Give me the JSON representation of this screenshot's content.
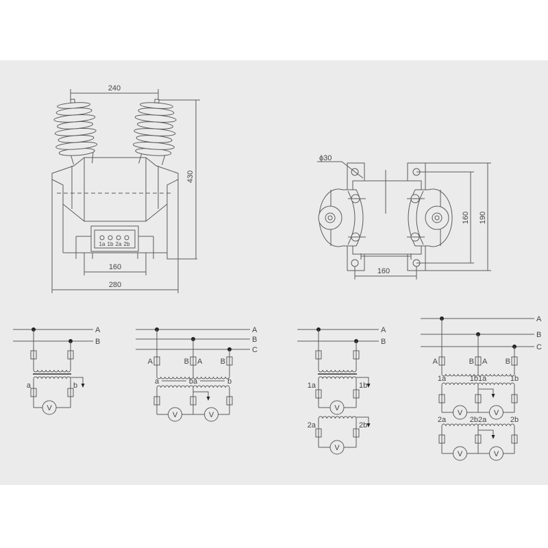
{
  "colors": {
    "background_band": "#ebebeb",
    "line": "#5a5a5a",
    "page": "#ffffff"
  },
  "front_view": {
    "dim_top": "240",
    "dim_height": "430",
    "dim_base_inner": "160",
    "dim_base_outer": "280",
    "terminals": [
      "1a",
      "1b",
      "2a",
      "2b"
    ]
  },
  "side_view": {
    "dim_hole": "ϕ30",
    "dim_mount_v": "160",
    "dim_plate_v": "190",
    "dim_mount_h": "160"
  },
  "voltmeter_label": "V",
  "circuits": [
    {
      "lines": [
        "A",
        "B"
      ],
      "secondary": [
        "a",
        "b"
      ]
    },
    {
      "lines": [
        "A",
        "B",
        "C"
      ],
      "primary": [
        "A",
        "B",
        "A",
        "B"
      ],
      "secondary": [
        "a",
        "ba",
        "b"
      ]
    },
    {
      "lines": [
        "A",
        "B"
      ],
      "secondary1": [
        "1a",
        "1b"
      ],
      "secondary2": [
        "2a",
        "2b"
      ]
    },
    {
      "lines": [
        "A",
        "B",
        "C"
      ],
      "primary": [
        "A",
        "B",
        "A",
        "B"
      ],
      "secondary1": [
        "1a",
        "1b1a",
        "1b"
      ],
      "secondary2": [
        "2a",
        "2b2a",
        "2b"
      ]
    }
  ]
}
